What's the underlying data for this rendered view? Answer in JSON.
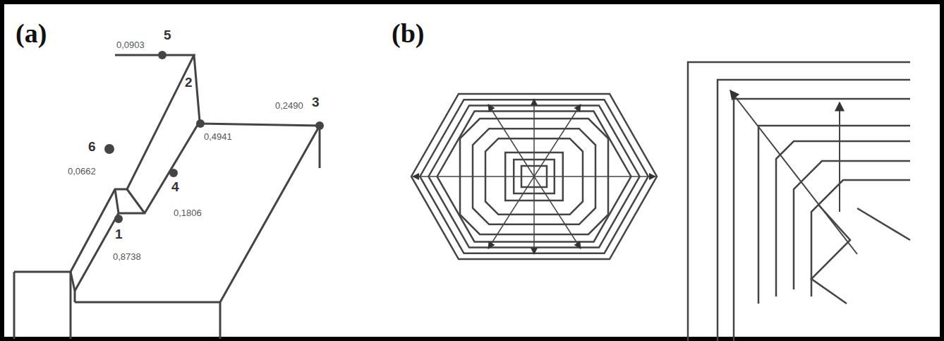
{
  "diagram": {
    "labels": [
      "(a)",
      "(b)",
      "5",
      "0,0903",
      "2",
      "0,4941",
      "0,2490",
      "3",
      "6",
      "0,0662",
      "4",
      "0,1806",
      "1",
      "0,8738"
    ]
  }
}
